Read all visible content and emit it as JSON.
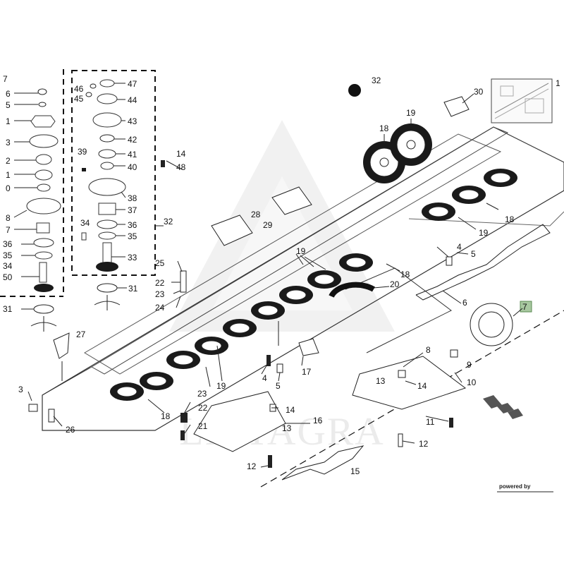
{
  "diagram": {
    "watermark": "LITTAGRA",
    "powered_by": "powered by",
    "highlighted_label": "7",
    "highlight_color": "#a8c8a0",
    "left_column_labels": [
      "7",
      "6",
      "5",
      "1",
      "3",
      "2",
      "1",
      "0",
      "8",
      "7",
      "36",
      "35",
      "34",
      "50",
      "31"
    ],
    "middle_column_labels": [
      "46",
      "45",
      "47",
      "44",
      "43",
      "42",
      "39",
      "41",
      "40",
      "38",
      "37",
      "34",
      "36",
      "35",
      "32",
      "33",
      "31"
    ],
    "main_labels": [
      "32",
      "30",
      "1",
      "14",
      "48",
      "19",
      "18",
      "28",
      "29",
      "19",
      "18",
      "25",
      "22",
      "23",
      "24",
      "4",
      "5",
      "19",
      "18",
      "20",
      "6",
      "7",
      "27",
      "17",
      "8",
      "9",
      "3",
      "26",
      "4",
      "5",
      "13",
      "14",
      "10",
      "23",
      "22",
      "21",
      "18",
      "19",
      "14",
      "13",
      "16",
      "11",
      "12",
      "12",
      "15"
    ]
  }
}
